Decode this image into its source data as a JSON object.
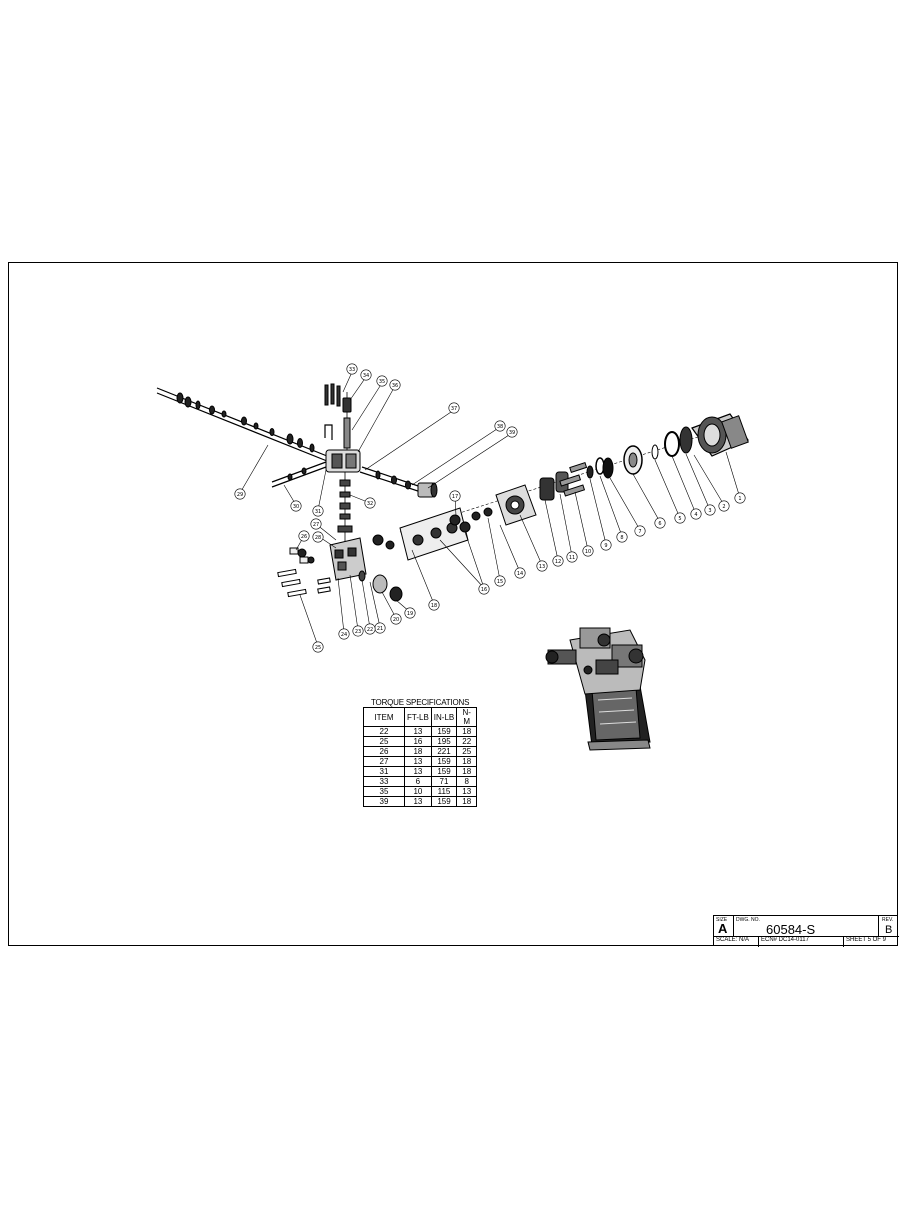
{
  "sheet": {
    "torque_table": {
      "title": "TORQUE SPECIFICATIONS",
      "headers": [
        "ITEM",
        "FT-LB",
        "IN-LB",
        "N-M"
      ],
      "rows": [
        [
          "22",
          "13",
          "159",
          "18"
        ],
        [
          "25",
          "16",
          "195",
          "22"
        ],
        [
          "26",
          "18",
          "221",
          "25"
        ],
        [
          "27",
          "13",
          "159",
          "18"
        ],
        [
          "31",
          "13",
          "159",
          "18"
        ],
        [
          "33",
          "6",
          "71",
          "8"
        ],
        [
          "35",
          "10",
          "115",
          "13"
        ],
        [
          "39",
          "13",
          "159",
          "18"
        ]
      ]
    },
    "title_block": {
      "size_label": "SIZE",
      "size_value": "A",
      "dwg_no_label": "DWG. NO.",
      "dwg_no_value": "60584-S",
      "rev_label": "REV.",
      "rev_value": "B",
      "scale": "SCALE: N/A",
      "ecn": "ECN# DC14-0117",
      "sheet_info": "SHEET 5 OF 9"
    },
    "callouts": [
      {
        "id": "callout-1",
        "label": "1"
      },
      {
        "id": "callout-2",
        "label": "2"
      },
      {
        "id": "callout-3",
        "label": "3"
      },
      {
        "id": "callout-4",
        "label": "4"
      },
      {
        "id": "callout-5",
        "label": "5"
      },
      {
        "id": "callout-6",
        "label": "6"
      },
      {
        "id": "callout-7",
        "label": "7"
      },
      {
        "id": "callout-8",
        "label": "8"
      },
      {
        "id": "callout-9",
        "label": "9"
      },
      {
        "id": "callout-10",
        "label": "10"
      },
      {
        "id": "callout-11",
        "label": "11"
      },
      {
        "id": "callout-12",
        "label": "12"
      },
      {
        "id": "callout-13",
        "label": "13"
      },
      {
        "id": "callout-14",
        "label": "14"
      },
      {
        "id": "callout-15",
        "label": "15"
      },
      {
        "id": "callout-16",
        "label": "16"
      },
      {
        "id": "callout-17",
        "label": "17"
      },
      {
        "id": "callout-18",
        "label": "18"
      },
      {
        "id": "callout-19",
        "label": "19"
      },
      {
        "id": "callout-20",
        "label": "20"
      },
      {
        "id": "callout-21",
        "label": "21"
      },
      {
        "id": "callout-22",
        "label": "22"
      },
      {
        "id": "callout-23",
        "label": "23"
      },
      {
        "id": "callout-24",
        "label": "24"
      },
      {
        "id": "callout-25",
        "label": "25"
      },
      {
        "id": "callout-26",
        "label": "26"
      },
      {
        "id": "callout-27",
        "label": "27"
      },
      {
        "id": "callout-28",
        "label": "28"
      },
      {
        "id": "callout-29",
        "label": "29"
      },
      {
        "id": "callout-30",
        "label": "30"
      },
      {
        "id": "callout-31",
        "label": "31"
      },
      {
        "id": "callout-32",
        "label": "32"
      },
      {
        "id": "callout-33",
        "label": "33"
      },
      {
        "id": "callout-34",
        "label": "34"
      },
      {
        "id": "callout-35",
        "label": "35"
      },
      {
        "id": "callout-36",
        "label": "36"
      },
      {
        "id": "callout-37",
        "label": "37"
      },
      {
        "id": "callout-38",
        "label": "38"
      },
      {
        "id": "callout-39",
        "label": "39"
      }
    ]
  }
}
